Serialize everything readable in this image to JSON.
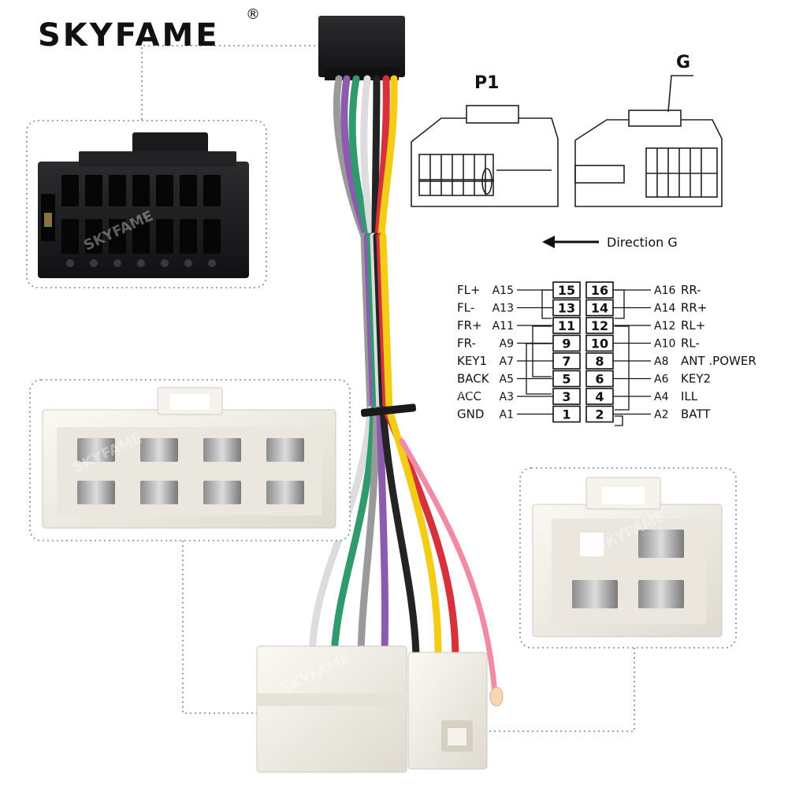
{
  "brand": {
    "name": "SKYFAME",
    "reg_mark": "®"
  },
  "diagram": {
    "connector_p1_label": "P1",
    "connector_g_label": "G",
    "direction_label": "Direction G"
  },
  "pinout": [
    {
      "left_name": "FL+",
      "left_code": "A15",
      "left_pin": "15",
      "right_pin": "16",
      "right_code": "A16",
      "right_name": "RR-"
    },
    {
      "left_name": "FL-",
      "left_code": "A13",
      "left_pin": "13",
      "right_pin": "14",
      "right_code": "A14",
      "right_name": "RR+"
    },
    {
      "left_name": "FR+",
      "left_code": "A11",
      "left_pin": "11",
      "right_pin": "12",
      "right_code": "A12",
      "right_name": "RL+"
    },
    {
      "left_name": "FR-",
      "left_code": "A9",
      "left_pin": "9",
      "right_pin": "10",
      "right_code": "A10",
      "right_name": "RL-"
    },
    {
      "left_name": "KEY1",
      "left_code": "A7",
      "left_pin": "7",
      "right_pin": "8",
      "right_code": "A8",
      "right_name": "ANT .POWER"
    },
    {
      "left_name": "BACK",
      "left_code": "A5",
      "left_pin": "5",
      "right_pin": "6",
      "right_code": "A6",
      "right_name": "KEY2"
    },
    {
      "left_name": "ACC",
      "left_code": "A3",
      "left_pin": "3",
      "right_pin": "4",
      "right_code": "A4",
      "right_name": "ILL"
    },
    {
      "left_name": "GND",
      "left_code": "A1",
      "left_pin": "1",
      "right_pin": "2",
      "right_code": "A2",
      "right_name": "BATT"
    }
  ],
  "watermark": "SKYFAME",
  "colors": {
    "connector_black": "#1c1c1e",
    "connector_white": "#f2efe8",
    "panel_bg": "#e9e7e2",
    "dotted_border": "#6c8fb0",
    "wire_yellow": "#f3cc16",
    "wire_red": "#d7323c",
    "wire_green": "#2f9a6e",
    "wire_purple": "#8c5bb0",
    "wire_gray": "#9a9a9a",
    "wire_black": "#232323",
    "wire_pink": "#f08aa5",
    "wire_white": "#dcdcdc"
  }
}
